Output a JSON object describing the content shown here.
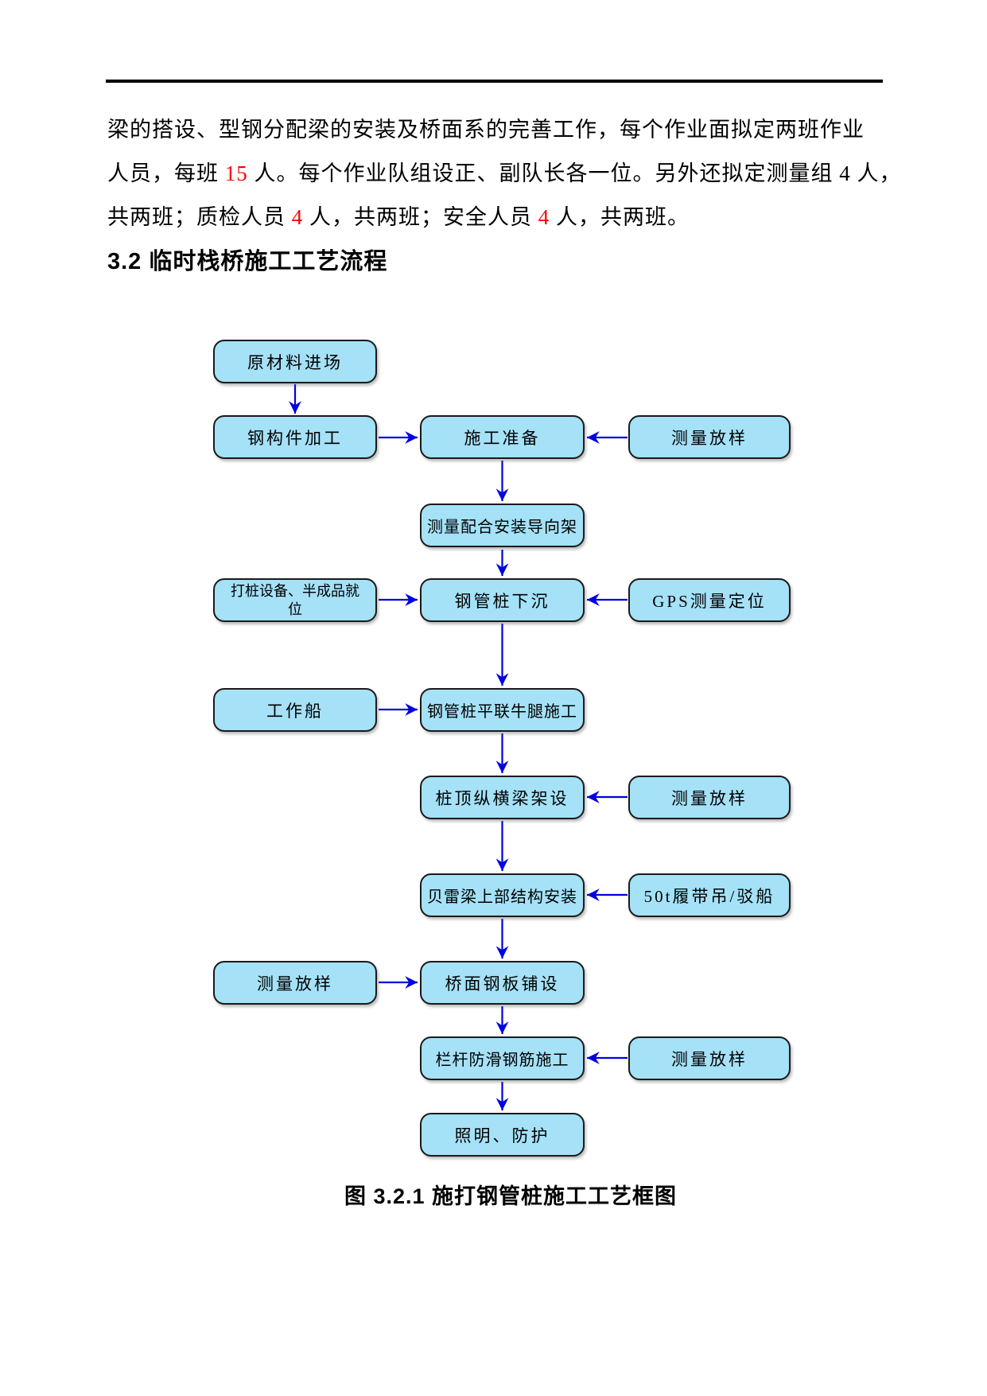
{
  "document": {
    "paragraph": {
      "line1": "梁的搭设、型钢分配梁的安装及桥面系的完善工作，每个作业面拟定两班作业",
      "line2_runs": [
        {
          "t": "人员，每班 "
        },
        {
          "t": "15"
        },
        {
          "t": " 人。每个作业队组设正、副队长各一位。另外还拟定测量组 4 人，"
        }
      ],
      "line3_runs": [
        {
          "t": "共两班；质检人员 "
        },
        {
          "t": "4"
        },
        {
          "t": " 人，共两班；安全人员 "
        },
        {
          "t": "4"
        },
        {
          "t": " 人，共两班。"
        }
      ]
    },
    "heading": "3.2 临时栈桥施工工艺流程",
    "figure_caption": "图 3.2.1 施打钢管桩施工工艺框图"
  },
  "flowchart": {
    "nodes": [
      "原材料进场",
      "钢构件加工",
      "施工准备",
      "测量放样",
      "测量配合安装导向架",
      "打桩设备、半成品就位",
      "钢管桩下沉",
      "GPS测量定位",
      "工作船",
      "钢管桩平联牛腿施工",
      "桩顶纵横梁架设",
      "测量放样",
      "贝雷梁上部结构安装",
      "50t履带吊/驳船",
      "测量放样",
      "桥面钢板铺设",
      "栏杆防滑钢筋施工",
      "测量放样",
      "照明、防护"
    ]
  },
  "colors": {
    "red_text": "#FF0000",
    "node_fill": "#A5E1F7",
    "node_border": "#1A1A1A",
    "arrow_color": "#0000E0"
  }
}
